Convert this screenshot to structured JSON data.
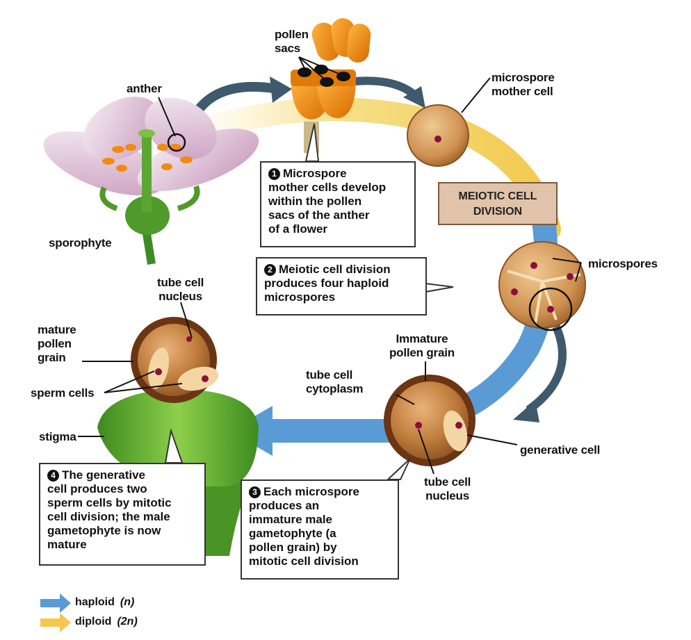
{
  "labels": {
    "pollen_sacs": "pollen\nsacs",
    "anther": "anther",
    "microspore_mother_cell": "microspore\nmother cell",
    "sporophyte": "sporophyte",
    "meiotic_cell_division": "MEIOTIC CELL\nDIVISION",
    "microspores": "microspores",
    "tube_cell_nucleus_top": "tube cell\nnucleus",
    "mature_pollen_grain": "mature\npollen\ngrain",
    "sperm_cells": "sperm cells",
    "stigma": "stigma",
    "immature_pollen_grain": "Immature\npollen grain",
    "tube_cell_cytoplasm": "tube cell\ncytoplasm",
    "generative_cell": "generative cell",
    "tube_cell_nucleus_bottom": "tube cell\nnucleus"
  },
  "steps": [
    {
      "number": "1",
      "text": "Microspore\nmother cells develop\nwithin the pollen\nsacs of the anther\nof a flower"
    },
    {
      "number": "2",
      "text": "Meiotic cell division\nproduces four haploid\nmicrospores"
    },
    {
      "number": "3",
      "text": "Each microspore\nproduces an\nimmature male\ngametophyte (a\npollen grain) by\nmitotic cell division"
    },
    {
      "number": "4",
      "text": "The generative\ncell produces two\nsperm cells by mitotic\ncell division; the male\ngametophyte is now\nmature"
    }
  ],
  "legend": [
    {
      "label": "haploid",
      "symbol": "(n)",
      "color": "#5b9bd5"
    },
    {
      "label": "diploid",
      "symbol": "(2n)",
      "color": "#f2c94c"
    }
  ],
  "colors": {
    "haploid_arrow": "#5b9bd5",
    "diploid_arrow": "#f2d35c",
    "anther_orange": "#f08a10",
    "cell_brown": "#b8773c",
    "stigma_green": "#4f9a2a",
    "petal_pink": "#d9b3cf",
    "meiotic_box": "#e0c3a8"
  }
}
